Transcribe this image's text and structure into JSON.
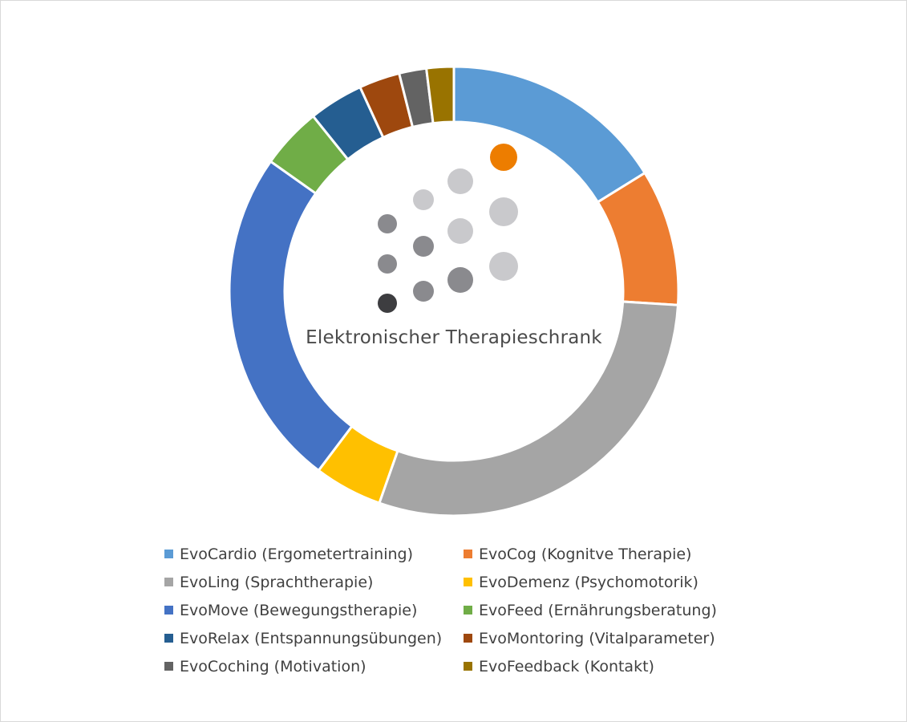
{
  "chart_data": {
    "type": "doughnut",
    "title": "Elektronischer Therapieschrank",
    "title_position": "center-of-ring",
    "legend_position": "bottom",
    "start_angle_deg": 0,
    "direction": "clockwise",
    "categories": [
      "EvoCardio (Ergometertraining)",
      "EvoCog (Kognitve Therapie)",
      "EvoLing (Sprachtherapie)",
      "EvoDemenz (Psychomotorik)",
      "EvoMove (Bewegungstherapie)",
      "EvoFeed (Ernährungsberatung)",
      "EvoRelax (Entspannungsübungen)",
      "EvoMontoring (Vitalparameter)",
      "EvoCoching (Motivation)",
      "EvoFeedback (Kontakt)"
    ],
    "values": [
      16.5,
      10.0,
      30.0,
      5.0,
      25.0,
      4.5,
      4.0,
      3.0,
      2.0,
      2.0
    ],
    "colors": [
      "#5b9bd5",
      "#ed7d31",
      "#a5a5a5",
      "#ffc000",
      "#4472c4",
      "#70ad47",
      "#255e91",
      "#9e480e",
      "#636363",
      "#997300"
    ]
  },
  "logo": {
    "name": "dot-grid-logo",
    "colors": {
      "light": "#c9c9cc",
      "mid": "#8a8a8e",
      "dark": "#3d3d40",
      "accent": "#ed7d00"
    }
  }
}
